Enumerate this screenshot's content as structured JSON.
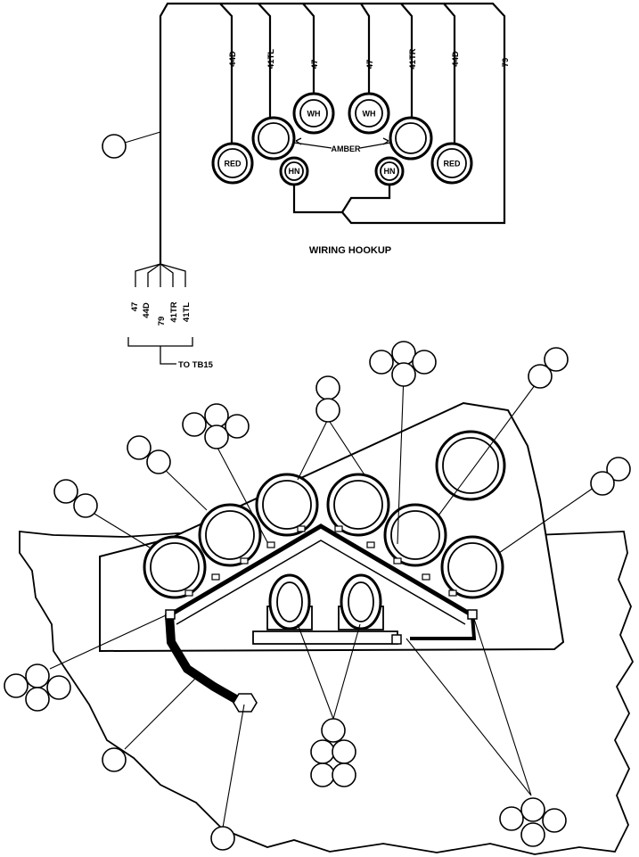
{
  "wiring": {
    "top_wires": [
      "44D",
      "41TL",
      "47",
      "47",
      "41TR",
      "44D",
      "79"
    ],
    "lamps": {
      "red_left": "RED",
      "red_right": "RED",
      "wh_left": "WH",
      "wh_right": "WH",
      "hn_left": "HN",
      "hn_right": "HN",
      "amber": "AMBER"
    },
    "caption": "WIRING HOOKUP",
    "harness_wires": [
      "47",
      "44D",
      "79",
      "41TR",
      "41TL"
    ],
    "terminal": "TO TB15"
  }
}
